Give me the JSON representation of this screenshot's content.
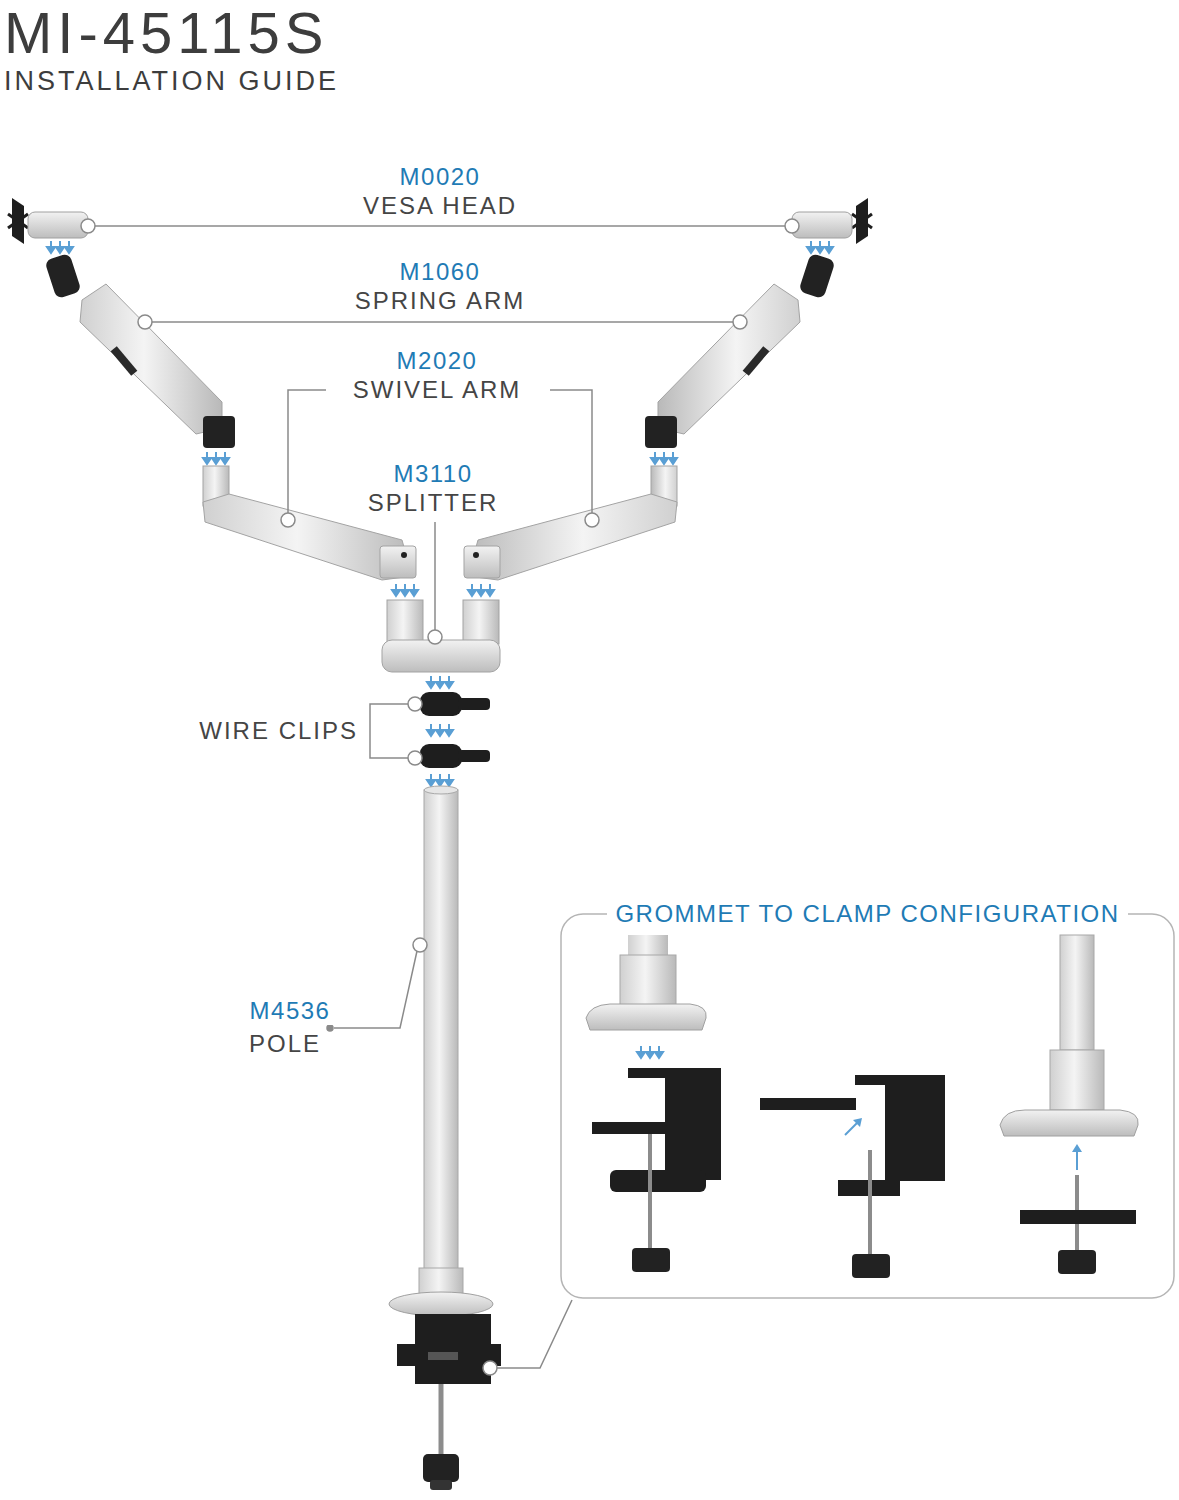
{
  "diagram": {
    "title": "MI-45115S",
    "nodes": [
      {
        "text": [
          "GROMMET TO CLAMP CONFIGURATION"
        ]
      }
    ],
    "labels": [
      "INSTALLATION GUIDE",
      "M0020",
      "VESA HEAD",
      "M1060",
      "SPRING ARM",
      "M2020",
      "SWIVEL ARM",
      "M3110",
      "SPLITTER",
      "WIRE CLIPS",
      "M4536",
      "POLE"
    ]
  }
}
